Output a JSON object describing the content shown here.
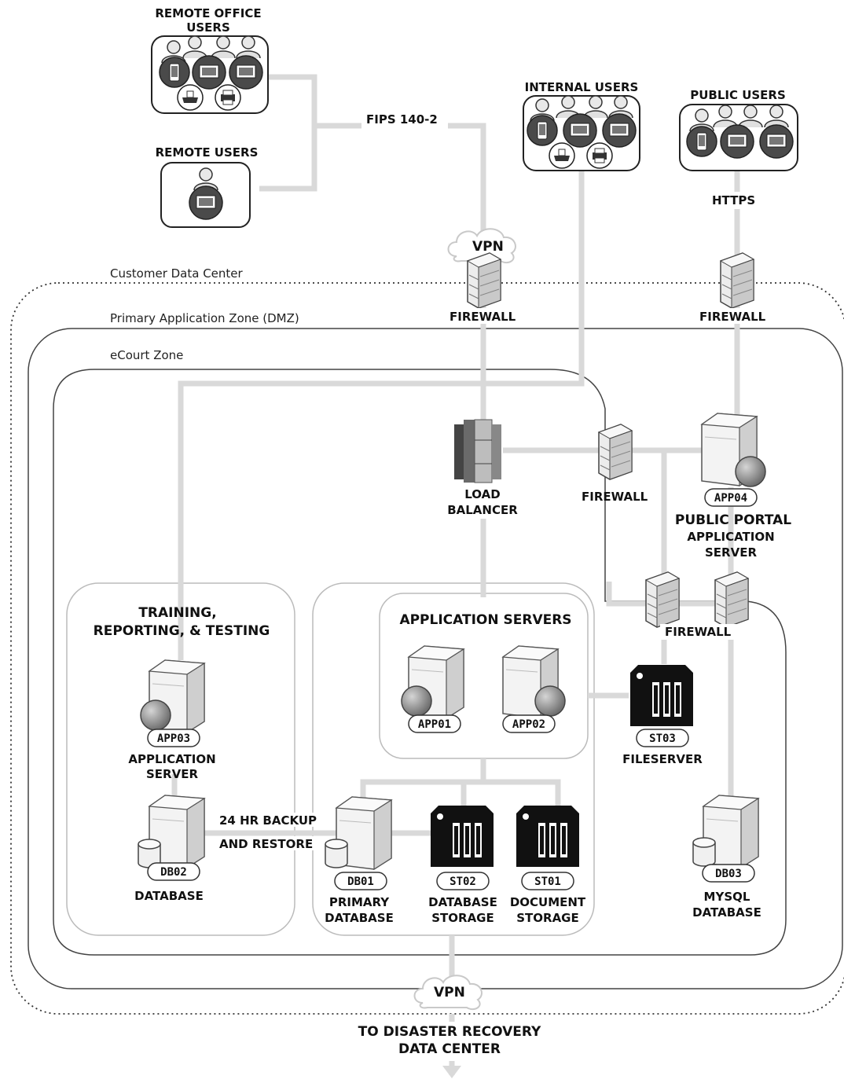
{
  "groups": {
    "remote_office": "REMOTE OFFICE USERS",
    "remote_users": "REMOTE USERS",
    "internal_users": "INTERNAL USERS",
    "public_users": "PUBLIC USERS"
  },
  "links": {
    "fips": "FIPS 140-2",
    "https": "HTTPS",
    "backup_line1": "24 HR BACKUP",
    "backup_line2": "AND RESTORE",
    "vpn_top": "VPN",
    "vpn_bottom": "VPN"
  },
  "zones": {
    "customer_dc": "Customer Data Center",
    "dmz": "Primary Application Zone (DMZ)",
    "ecourt": "eCourt Zone",
    "training_line1": "TRAINING,",
    "training_line2": "REPORTING, & TESTING",
    "app_servers": "APPLICATION SERVERS"
  },
  "firewalls": {
    "fw1": "FIREWALL",
    "fw2": "FIREWALL",
    "fw3": "FIREWALL",
    "fw4": "FIREWALL"
  },
  "nodes": {
    "load_balancer_line1": "LOAD",
    "load_balancer_line2": "BALANCER",
    "app01": "APP01",
    "app02": "APP02",
    "app03": "APP03",
    "app03_line1": "APPLICATION",
    "app03_line2": "SERVER",
    "app04": "APP04",
    "app04_line1": "PUBLIC PORTAL",
    "app04_line2": "APPLICATION",
    "app04_line3": "SERVER",
    "st03": "ST03",
    "st03_label": "FILESERVER",
    "db02": "DB02",
    "db02_label": "DATABASE",
    "db01": "DB01",
    "db01_line1": "PRIMARY",
    "db01_line2": "DATABASE",
    "st02": "ST02",
    "st02_line1": "DATABASE",
    "st02_line2": "STORAGE",
    "st01": "ST01",
    "st01_line1": "DOCUMENT",
    "st01_line2": "STORAGE",
    "db03": "DB03",
    "db03_line1": "MYSQL",
    "db03_line2": "DATABASE"
  },
  "footer": {
    "line1": "TO DISASTER RECOVERY",
    "line2": "DATA CENTER"
  },
  "colors": {
    "connector": "#d9d9d9",
    "server": "#e8e8e8",
    "storage": "#111111",
    "globe": "#8c8c8c"
  }
}
